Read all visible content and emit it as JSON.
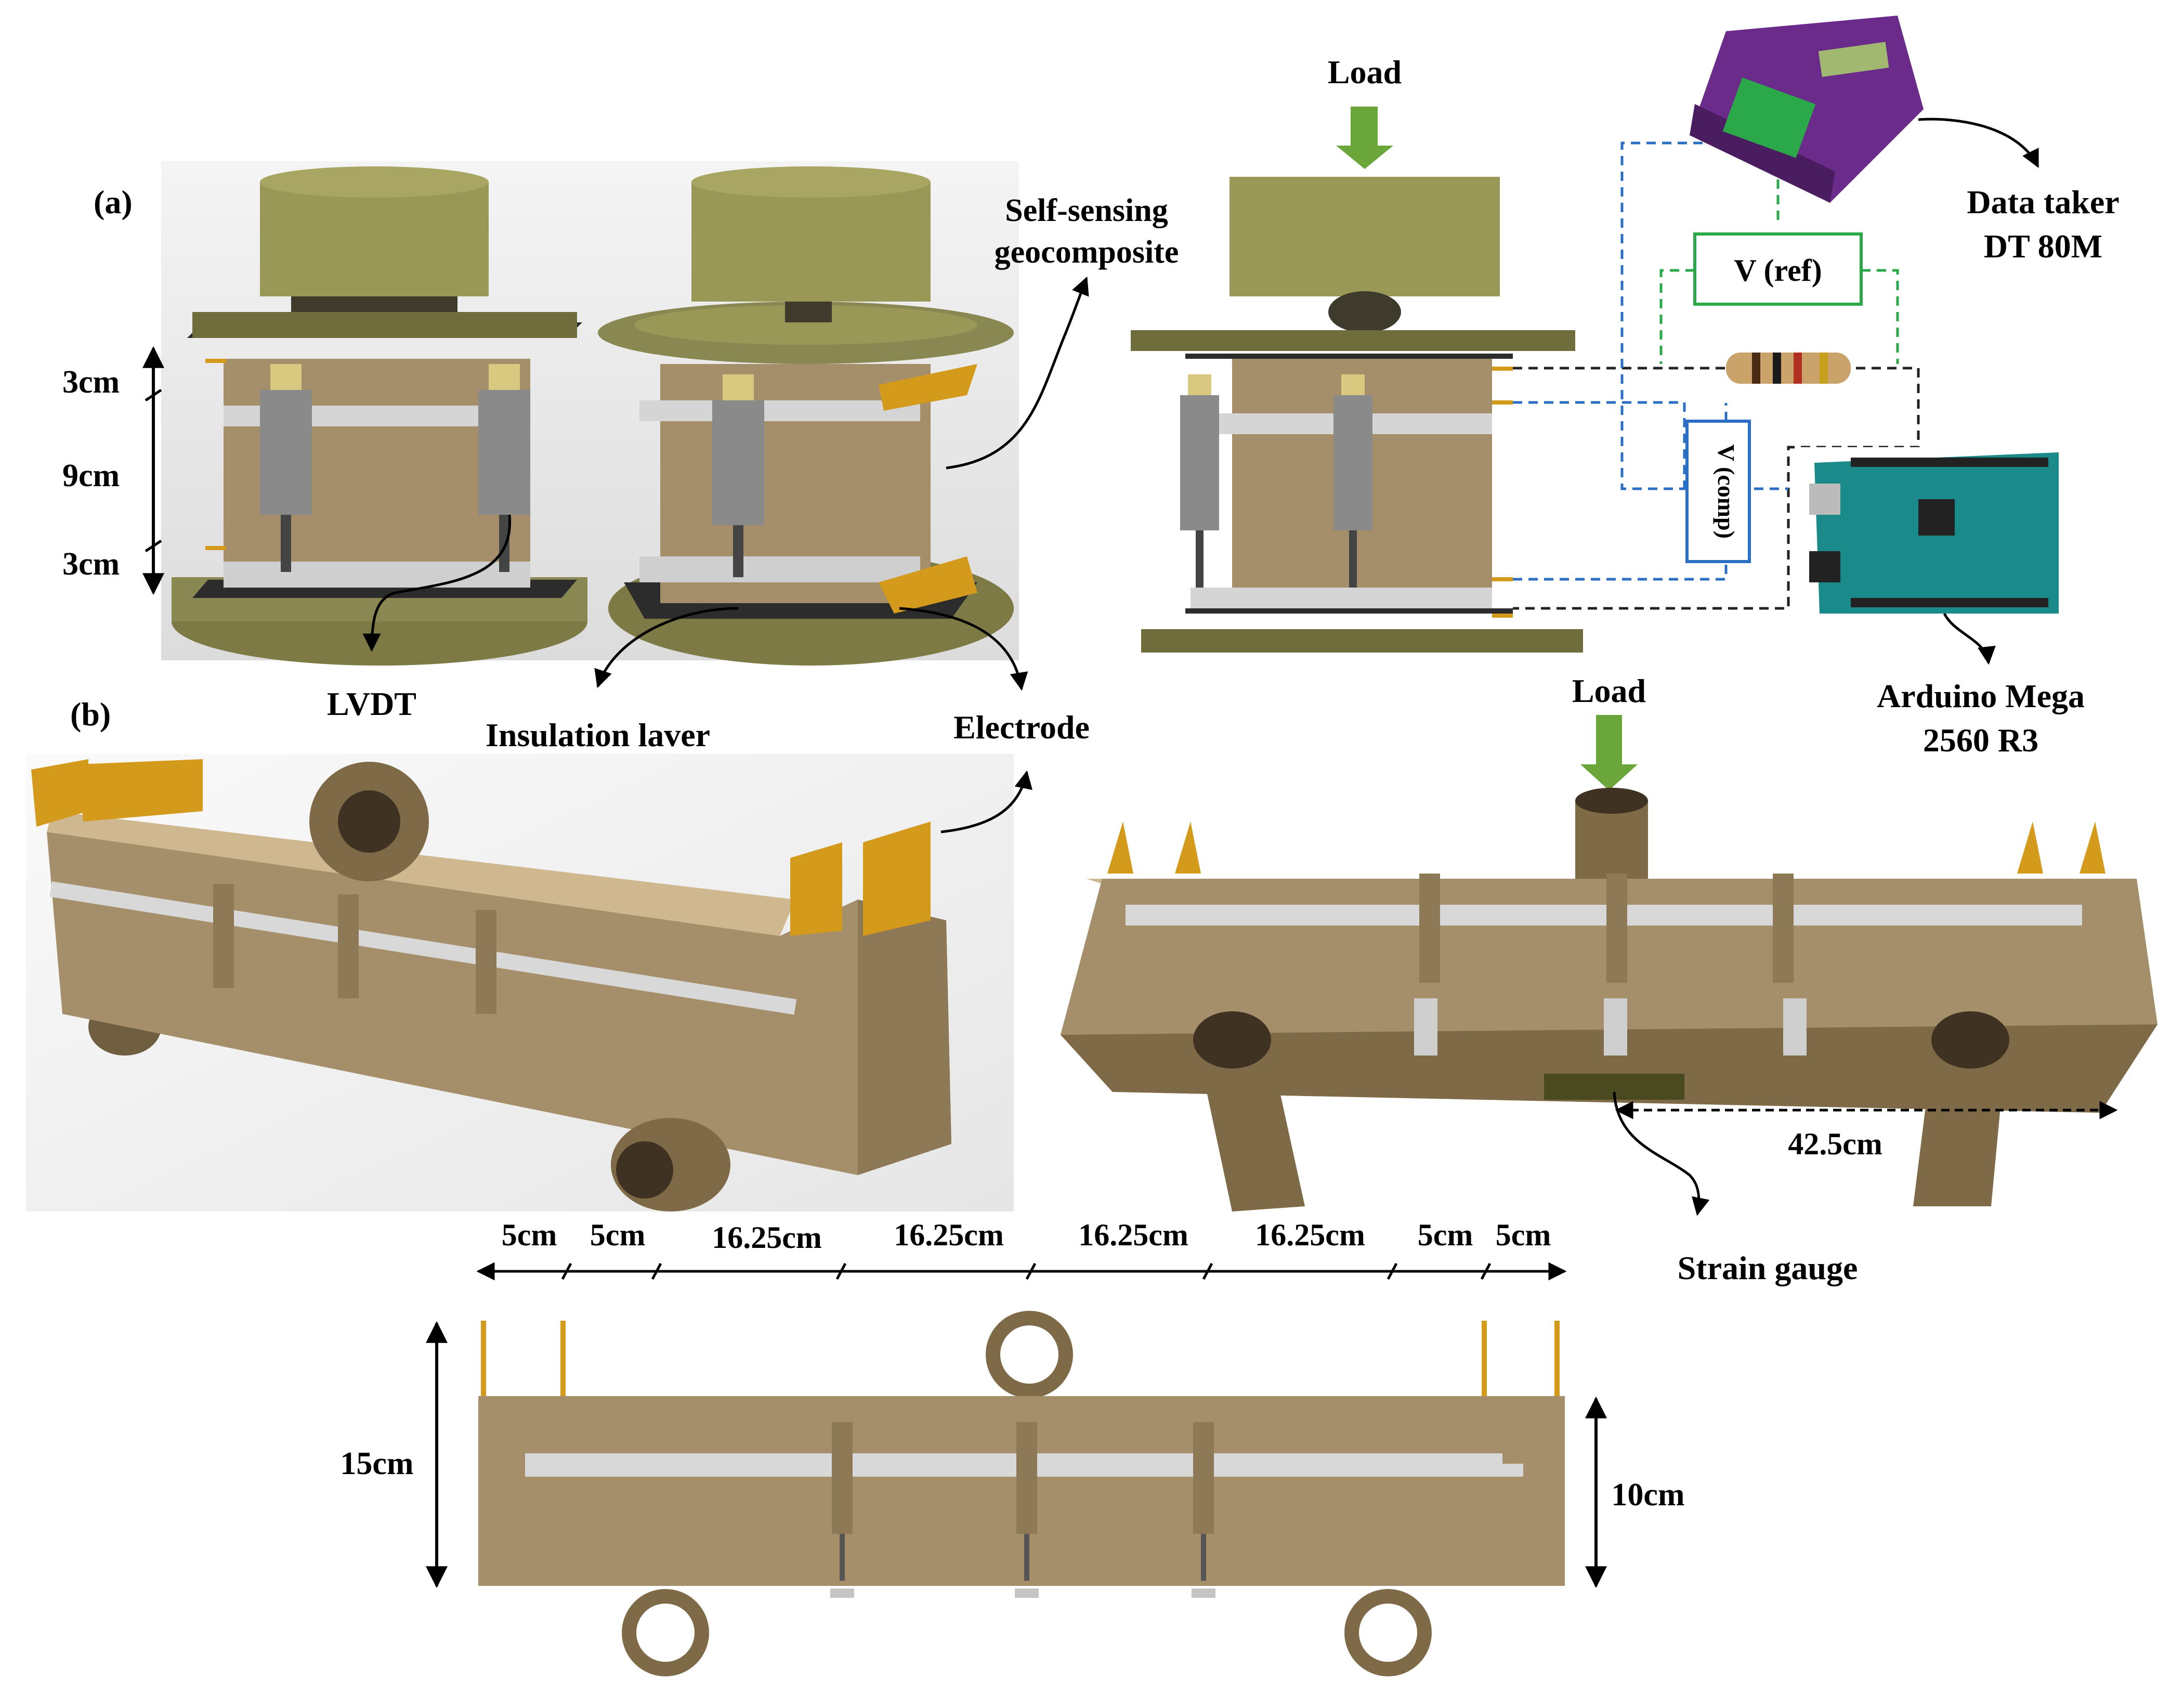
{
  "panels": {
    "a": "(a)",
    "b": "(b)"
  },
  "labels": {
    "load_top": "Load",
    "load_beam": "Load",
    "self_sensing_1": "Self-sensing",
    "self_sensing_2": "geocomposite",
    "lvdt": "LVDT",
    "insulation": "Insulation laver",
    "electrode": "Electrode",
    "data_taker_1": "Data taker",
    "data_taker_2": "DT 80M",
    "arduino_1": "Arduino Mega",
    "arduino_2": "2560 R3",
    "v_ref": "V (ref)",
    "v_comp": "V (comp)",
    "strain_gauge": "Strain gauge"
  },
  "dimensions": {
    "cube_top": "3cm",
    "cube_mid": "9cm",
    "cube_bottom": "3cm",
    "span_42": "42.5cm",
    "height_15": "15cm",
    "height_10": "10cm",
    "segments": [
      "5cm",
      "5cm",
      "16.25cm",
      "16.25cm",
      "16.25cm",
      "16.25cm",
      "5cm",
      "5cm"
    ]
  },
  "colors": {
    "specimen": "#a58f6a",
    "specimen_dark": "#7f6a48",
    "platen": "#8a8852",
    "electrode": "#d39a1c",
    "load_arrow": "#6aa63a",
    "ref_wire": "#2aa84a",
    "comp_wire": "#2a6fc4",
    "black_wire": "#222222",
    "data_taker": "#6b2b8a",
    "arduino": "#1a8a8a",
    "lvdt": "#8a8a8a",
    "clamp": "#d8d8d8"
  }
}
